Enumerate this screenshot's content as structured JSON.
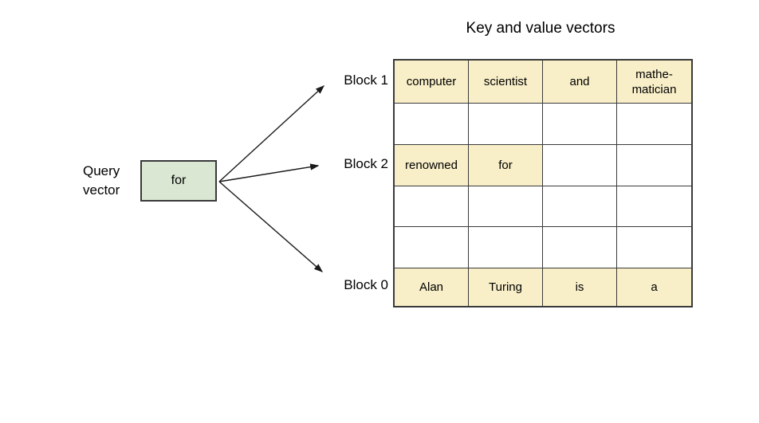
{
  "title": "Key and value vectors",
  "query": {
    "label": "Query\nvector",
    "box_text": "for"
  },
  "blocks": {
    "block1_label": "Block 1",
    "block2_label": "Block 2",
    "block0_label": "Block 0"
  },
  "table": {
    "columns": 4,
    "rows": [
      {
        "cells": [
          {
            "text": "computer",
            "filled": true
          },
          {
            "text": "scientist",
            "filled": true
          },
          {
            "text": "and",
            "filled": true
          },
          {
            "text": "mathe-\nmatician",
            "filled": true
          }
        ]
      },
      {
        "cells": [
          {
            "text": "",
            "filled": false
          },
          {
            "text": "",
            "filled": false
          },
          {
            "text": "",
            "filled": false
          },
          {
            "text": "",
            "filled": false
          }
        ]
      },
      {
        "cells": [
          {
            "text": "renowned",
            "filled": true
          },
          {
            "text": "for",
            "filled": true
          },
          {
            "text": "",
            "filled": false
          },
          {
            "text": "",
            "filled": false
          }
        ]
      },
      {
        "cells": [
          {
            "text": "",
            "filled": false
          },
          {
            "text": "",
            "filled": false
          },
          {
            "text": "",
            "filled": false
          },
          {
            "text": "",
            "filled": false
          }
        ]
      },
      {
        "cells": [
          {
            "text": "",
            "filled": false
          },
          {
            "text": "",
            "filled": false
          },
          {
            "text": "",
            "filled": false
          },
          {
            "text": "",
            "filled": false
          }
        ]
      },
      {
        "cells": [
          {
            "text": "Alan",
            "filled": true
          },
          {
            "text": "Turing",
            "filled": true
          },
          {
            "text": "is",
            "filled": true
          },
          {
            "text": "a",
            "filled": true
          }
        ]
      }
    ]
  },
  "colors": {
    "cell_highlight": "#f8eec8",
    "query_box_fill": "#dae7d3",
    "border": "#3a3a3a",
    "arrow": "#1a1a1a",
    "text": "#000000"
  }
}
